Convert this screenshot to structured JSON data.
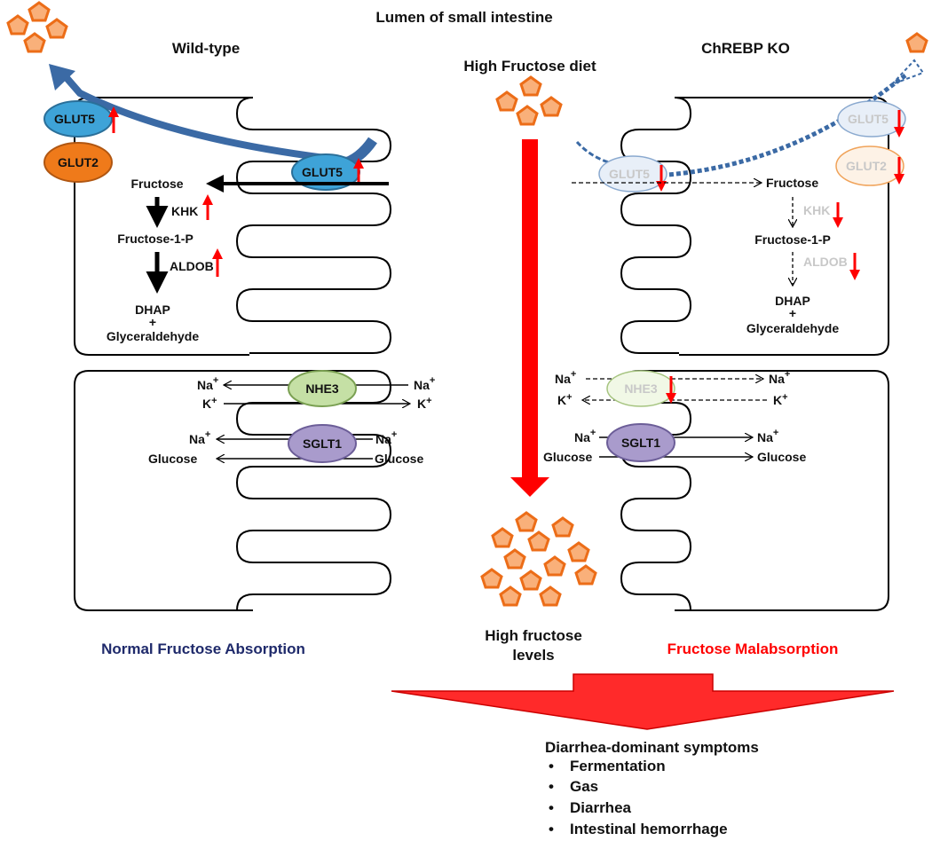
{
  "header": {
    "lumen_title": "Lumen of small intestine",
    "wildtype_title": "Wild-type",
    "ko_title": "ChREBP KO",
    "diet_label": "High Fructose diet"
  },
  "wildtype": {
    "glut5_top": "GLUT5",
    "glut2": "GLUT2",
    "glut5_apical": "GLUT5",
    "fructose": "Fructose",
    "khk": "KHK",
    "fructose1p": "Fructose-1-P",
    "aldob": "ALDOB",
    "dhap": "DHAP",
    "plus": "+",
    "glyceraldehyde": "Glyceraldehyde",
    "nhe3": "NHE3",
    "sglt1": "SGLT1",
    "na": "Na",
    "k": "K",
    "plus_sup": "+",
    "glucose": "Glucose",
    "caption": "Normal Fructose Absorption"
  },
  "ko": {
    "glut5_top": "GLUT5",
    "glut2": "GLUT2",
    "glut5_apical": "GLUT5",
    "fructose": "Fructose",
    "khk": "KHK",
    "fructose1p": "Fructose-1-P",
    "aldob": "ALDOB",
    "dhap": "DHAP",
    "plus": "+",
    "glyceraldehyde": "Glyceraldehyde",
    "nhe3": "NHE3",
    "sglt1": "SGLT1",
    "na": "Na",
    "k": "K",
    "plus_sup": "+",
    "glucose": "Glucose",
    "caption": "Fructose Malabsorption"
  },
  "center": {
    "levels_line1": "High fructose",
    "levels_line2": "levels"
  },
  "symptoms": {
    "title": "Diarrhea-dominant symptoms",
    "bullet": "•",
    "items": [
      "Fermentation",
      "Gas",
      "Diarrhea",
      "Intestinal hemorrhage"
    ]
  },
  "colors": {
    "glut5": "#3ea3d8",
    "glut2": "#ef7a1a",
    "nhe3": "#c5e0a5",
    "sglt1": "#a99bcc",
    "arrow_red": "#ff0000",
    "caption_normal": "#1f2a6b",
    "caption_malabsorption": "#ff0000",
    "fructose_fill": "#f9b07a",
    "fructose_stroke": "#ec6d18",
    "blue_arrow": "#3b6aa5"
  }
}
